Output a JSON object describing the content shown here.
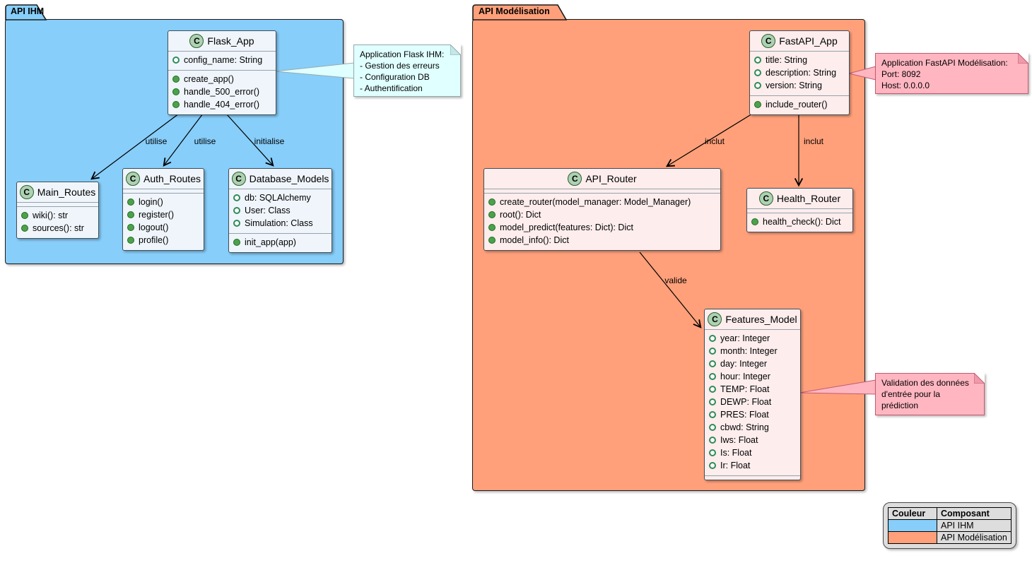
{
  "diagram_type": "uml-class-diagram",
  "colors": {
    "package_ihm_fill": "#87CEFA",
    "package_model_fill": "#FFA07A",
    "package_border": "#1B1B1B",
    "class_fill_ihm": "#EFF5FB",
    "class_fill_model": "#FDEDED",
    "class_border": "#40505A",
    "icon_circle_fill": "#ADD1B2",
    "icon_circle_border": "#2B5E2B",
    "field_icon_green": "#2E8B57",
    "method_icon_green": "#4DA14D",
    "note_cyan_fill": "#E0FFFF",
    "note_cyan_border": "#95A9AD",
    "note_cyan_fold": "#C2E8E8",
    "note_pink_fill": "#FFB6C1",
    "note_pink_border": "#C25B6E",
    "note_pink_fold": "#EF9AAB",
    "legend_bg": "#DDDDDD",
    "arrow_color": "#000000"
  },
  "packages": [
    {
      "name": "API IHM",
      "classes": [
        {
          "name": "Flask_App",
          "attributes": [
            "config_name: String"
          ],
          "methods": [
            "create_app()",
            "handle_500_error()",
            "handle_404_error()"
          ]
        },
        {
          "name": "Main_Routes",
          "attributes": [],
          "methods": [
            "wiki(): str",
            "sources(): str"
          ]
        },
        {
          "name": "Auth_Routes",
          "attributes": [],
          "methods": [
            "login()",
            "register()",
            "logout()",
            "profile()"
          ]
        },
        {
          "name": "Database_Models",
          "attributes": [
            "db: SQLAlchemy",
            "User: Class",
            "Simulation: Class"
          ],
          "methods": [
            "init_app(app)"
          ]
        }
      ]
    },
    {
      "name": "API Modélisation",
      "classes": [
        {
          "name": "FastAPI_App",
          "attributes": [
            "title: String",
            "description: String",
            "version: String"
          ],
          "methods": [
            "include_router()"
          ]
        },
        {
          "name": "API_Router",
          "attributes": [],
          "methods": [
            "create_router(model_manager: Model_Manager)",
            "root(): Dict",
            "model_predict(features: Dict): Dict",
            "model_info(): Dict"
          ]
        },
        {
          "name": "Health_Router",
          "attributes": [],
          "methods": [
            "health_check(): Dict"
          ]
        },
        {
          "name": "Features_Model",
          "attributes": [
            "year: Integer",
            "month: Integer",
            "day: Integer",
            "hour: Integer",
            "TEMP: Float",
            "DEWP: Float",
            "PRES: Float",
            "cbwd: String",
            "Iws: Float",
            "Is: Float",
            "Ir: Float"
          ],
          "methods": []
        }
      ]
    }
  ],
  "edges": [
    {
      "from": "Flask_App",
      "to": "Main_Routes",
      "label": "utilise"
    },
    {
      "from": "Flask_App",
      "to": "Auth_Routes",
      "label": "utilise"
    },
    {
      "from": "Flask_App",
      "to": "Database_Models",
      "label": "initialise"
    },
    {
      "from": "FastAPI_App",
      "to": "API_Router",
      "label": "inclut"
    },
    {
      "from": "FastAPI_App",
      "to": "Health_Router",
      "label": "inclut"
    },
    {
      "from": "API_Router",
      "to": "Features_Model",
      "label": "valide"
    }
  ],
  "notes": [
    {
      "attached_to": "Flask_App",
      "text": "Application Flask IHM:\n- Gestion des erreurs\n- Configuration DB\n- Authentification"
    },
    {
      "attached_to": "FastAPI_App",
      "text": "Application FastAPI Modélisation:\nPort: 8092\nHost: 0.0.0.0"
    },
    {
      "attached_to": "Features_Model",
      "text": "Validation des données\nd'entrée pour la\nprédiction"
    }
  ],
  "legend": {
    "headers": [
      "Couleur",
      "Composant"
    ],
    "rows": [
      {
        "label": "API IHM"
      },
      {
        "label": "API Modélisation"
      }
    ]
  }
}
